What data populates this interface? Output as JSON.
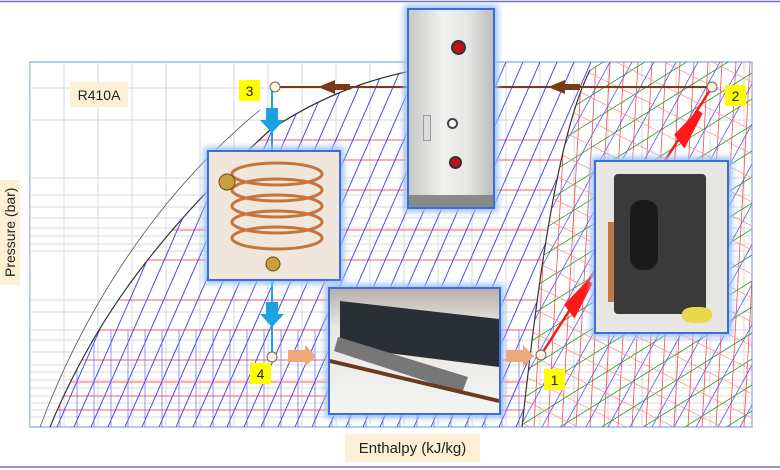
{
  "diagram": {
    "refrigerant_label": "R410A",
    "x_axis_label": "Enthalpy (kJ/kg)",
    "y_axis_label": "Pressure (bar)",
    "state_points": [
      {
        "id": "1",
        "label": "1"
      },
      {
        "id": "2",
        "label": "2"
      },
      {
        "id": "3",
        "label": "3"
      },
      {
        "id": "4",
        "label": "4"
      }
    ],
    "components": [
      "hot-water-storage-tank",
      "capillary-tube-coil",
      "solar-collector-evaporator",
      "compressor"
    ],
    "colors": {
      "cycle_condensation": "#7a3a12",
      "cycle_expansion": "#1aa3e0",
      "cycle_compression": "#ff1a1a",
      "evaporation_arrow": "#f0a878",
      "label_bg": "#fdf0d5",
      "point_label_bg": "#ffff00",
      "photo_border": "#3b6fd8"
    }
  }
}
